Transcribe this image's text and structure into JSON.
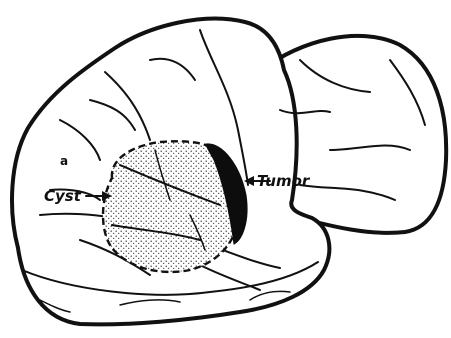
{
  "figure": {
    "labels": {
      "cyst": "Cyst",
      "tumor": "Tumor",
      "small_mark": "a"
    },
    "colors": {
      "ink": "#111111",
      "background": "#ffffff"
    }
  }
}
